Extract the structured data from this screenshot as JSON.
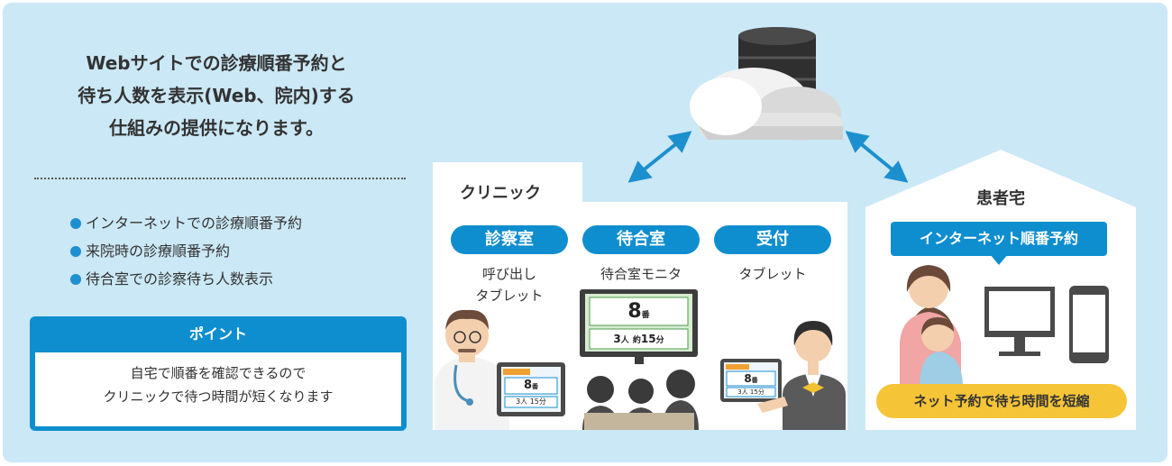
{
  "headline": {
    "line1": "Webサイトでの診療順番予約と",
    "line2": "待ち人数を表示(Web、院内)する",
    "line3": "仕組みの提供になります。"
  },
  "bullets": [
    "インターネットでの診療順番予約",
    "来院時の診療順番予約",
    "待合室での診察待ち人数表示"
  ],
  "point": {
    "title": "ポイント",
    "line1": "自宅で順番を確認できるので",
    "line2": "クリニックで待つ時間が短くなります"
  },
  "clinic": {
    "title": "クリニック",
    "rooms": [
      {
        "label": "診察室",
        "sub1": "呼び出し",
        "sub2": "タブレット"
      },
      {
        "label": "待合室",
        "sub1": "待合室モニタ",
        "sub2": ""
      },
      {
        "label": "受付",
        "sub1": "タブレット",
        "sub2": ""
      }
    ],
    "monitor": {
      "number": "8",
      "number_unit": "番",
      "people": "3",
      "people_unit": "人",
      "approx": "約",
      "minutes": "15",
      "minutes_unit": "分"
    },
    "tablet": {
      "number": "8",
      "number_unit": "番",
      "people": "3",
      "people_unit": "人",
      "minutes": "15",
      "minutes_unit": "分"
    }
  },
  "home": {
    "title": "患者宅",
    "reservation_label": "インターネット順番予約",
    "benefit": "ネット予約で待ち時間を短縮"
  },
  "colors": {
    "panel": "#cbe8f6",
    "accent_blue": "#0f8ecf",
    "highlight_yellow": "#f6c437",
    "arrow": "#1c8fcf"
  }
}
